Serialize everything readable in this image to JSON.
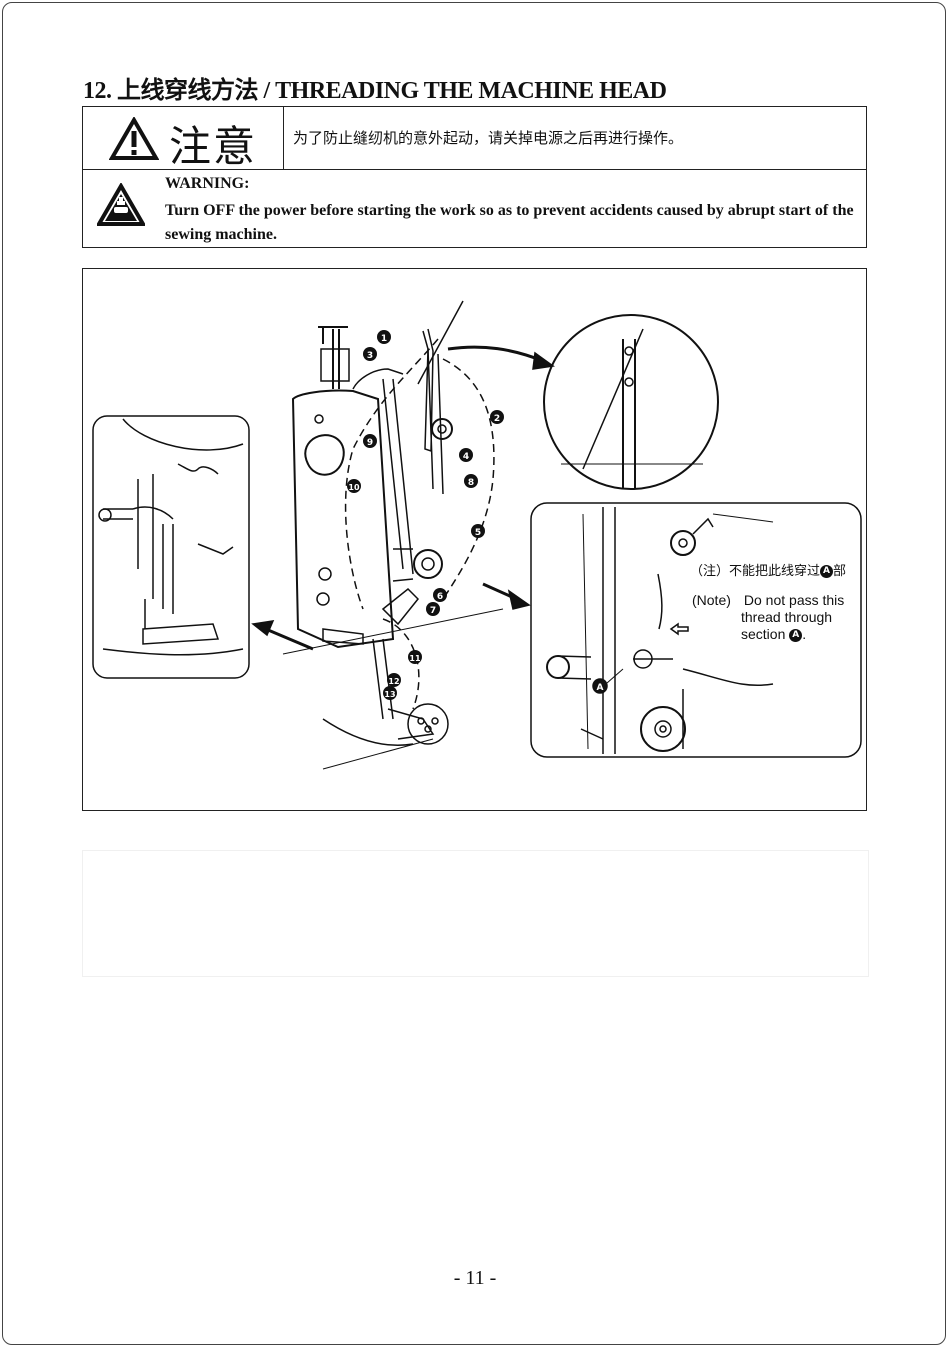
{
  "heading": "12. 上线穿线方法 / THREADING THE MACHINE HEAD",
  "caution": {
    "title": "注意",
    "text": "为了防止缝纫机的意外起动，请关掉电源之后再进行操作。"
  },
  "warning": {
    "label": "WARNING:",
    "text": "Turn OFF the power before starting the work so as to prevent accidents caused by abrupt start of the sewing machine."
  },
  "callouts": [
    "1",
    "2",
    "3",
    "4",
    "5",
    "6",
    "7",
    "8",
    "9",
    "10",
    "11",
    "12",
    "13"
  ],
  "note": {
    "cn_prefix": "（注）不能把此线穿过",
    "cn_suffix": "部",
    "badge": "A",
    "en_label": "(Note)",
    "en_line1": "Do not pass this",
    "en_line2": "thread through",
    "en_line3_prefix": "section",
    "en_line3_suffix": "."
  },
  "section_marker": "A",
  "page_number": "- 11 -"
}
